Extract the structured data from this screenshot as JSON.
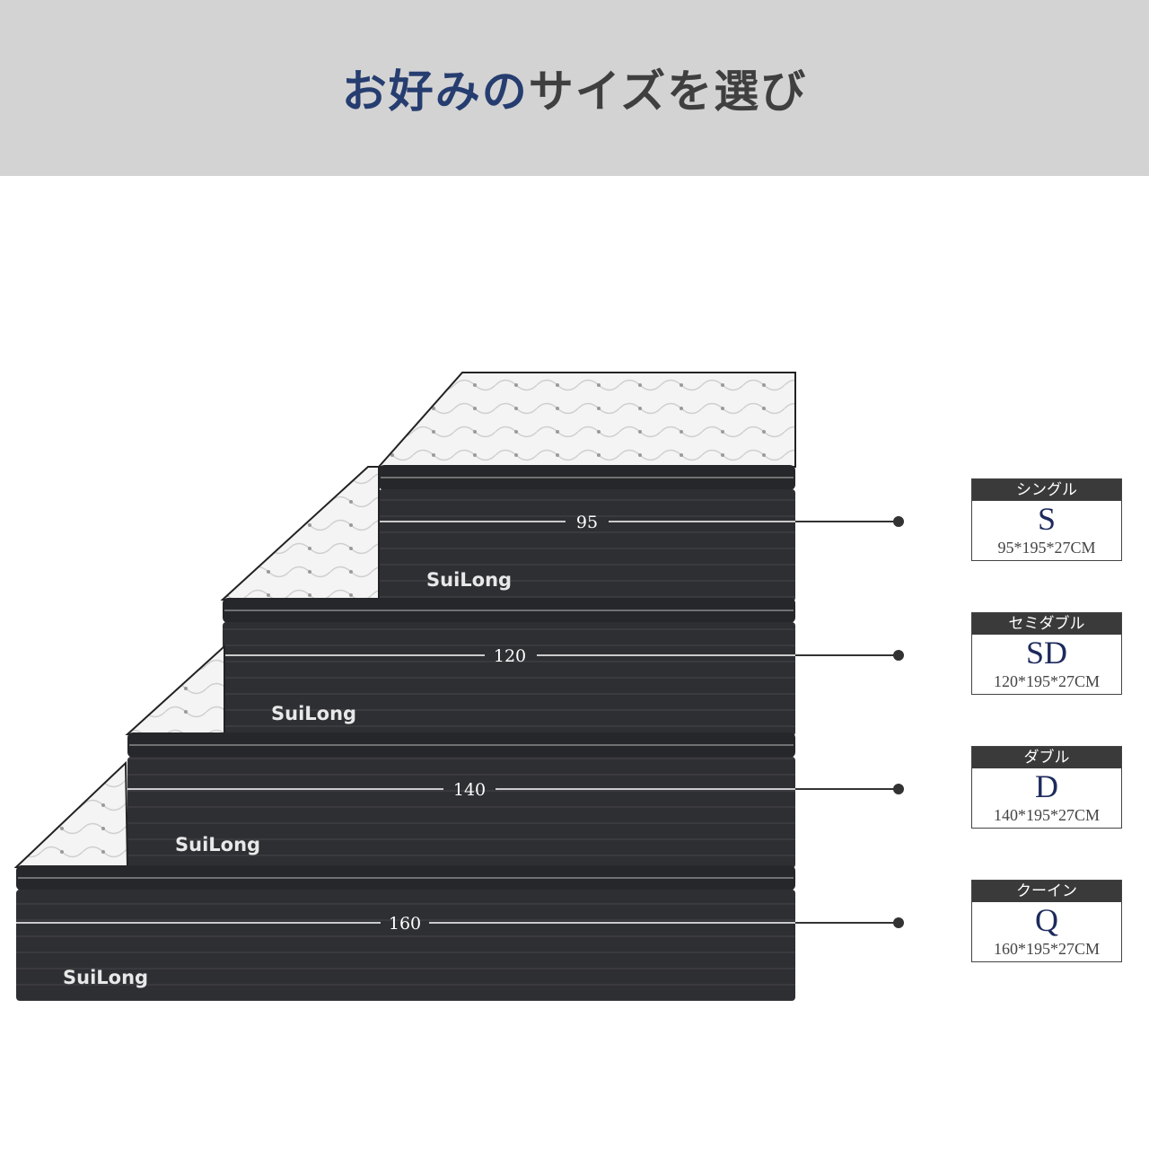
{
  "title": {
    "part1": "お好みの",
    "part2": "サイズを選び"
  },
  "brand": "SuiLong",
  "sizes": [
    {
      "name": "シングル",
      "code": "S",
      "width": "95",
      "dims": "95*195*27CM"
    },
    {
      "name": "セミダブル",
      "code": "SD",
      "width": "120",
      "dims": "120*195*27CM"
    },
    {
      "name": "ダブル",
      "code": "D",
      "width": "140",
      "dims": "140*195*27CM"
    },
    {
      "name": "クーイン",
      "code": "Q",
      "width": "160",
      "dims": "160*195*27CM"
    }
  ],
  "colors": {
    "accent": "#263d70",
    "mattress_body": "#2e2f33",
    "header_bg": "#d3d3d3"
  }
}
